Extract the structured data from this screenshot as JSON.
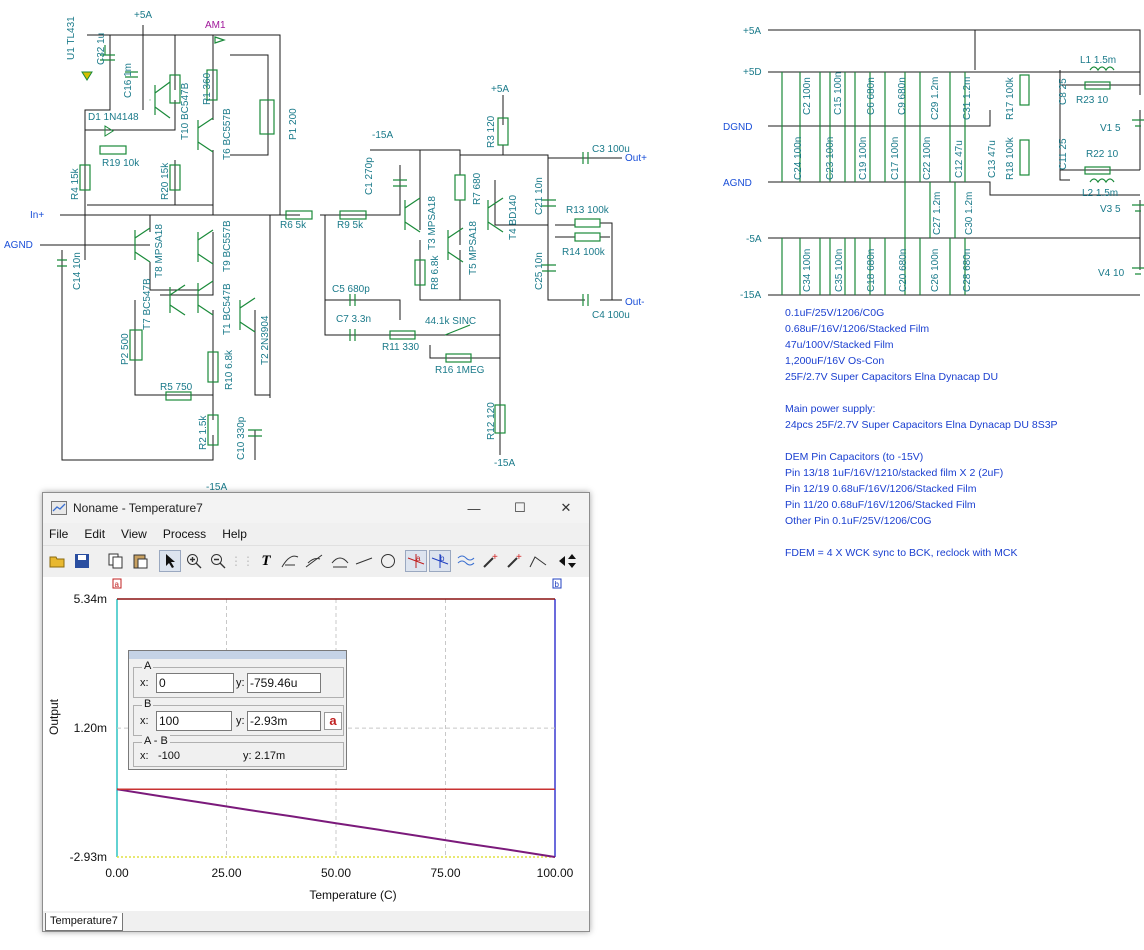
{
  "schematic": {
    "labels": {
      "u1": "U1 TL431",
      "c32": "C32 1u",
      "v5a_top": "+5A",
      "am1": "AM1",
      "c16": "C16 1m",
      "t10": "T10 BC547B",
      "r1": "R1 360",
      "t6": "T6 BC557B",
      "p1": "P1 200",
      "d1": "D1 1N4148",
      "r19": "R19 10k",
      "r4": "R4 15k",
      "r20": "R20 15k",
      "inplus": "In+",
      "agnd": "AGND",
      "c14": "C14 10n",
      "t8": "T8 MPSA18",
      "t9": "T9 BC557B",
      "t7": "T7 BC547B",
      "t1": "T1 BC547B",
      "t2": "T2 2N3904",
      "p2": "P2 500",
      "r10": "R10 6.8k",
      "r5": "R5 750",
      "r2": "R2 1.5k",
      "c10": "C10 330p",
      "m15a_bottom_left": "-15A",
      "r6": "R6 5k",
      "r9": "R9 5k",
      "c1": "C1 270p",
      "m15a_mid": "-15A",
      "t3": "T3 MPSA18",
      "r8": "R8 6.8k",
      "t5": "T5 MPSA18",
      "r7": "R7 680",
      "v5a_mid": "+5A",
      "r3": "R3 120",
      "t4": "T4 BD140",
      "c3": "C3 100u",
      "outplus": "Out+",
      "c21": "C21 10n",
      "r13": "R13 100k",
      "r14": "R14 100k",
      "c25": "C25 10n",
      "c5": "C5 680p",
      "c7": "C7 3.3n",
      "r11": "R11 330",
      "sinc": "44.1k SINC",
      "r16": "R16 1MEG",
      "c4": "C4 100u",
      "outminus": "Out-",
      "r12": "R12 120",
      "m15a_bottom": "-15A"
    },
    "psu_labels": {
      "v5a": "+5A",
      "v5d": "+5D",
      "dgnd": "DGND",
      "agnd": "AGND",
      "m5a": "-5A",
      "m15a": "-15A",
      "c2": "C2 100n",
      "c15": "C15 100n",
      "c6": "C6 680n",
      "c9": "C9 680n",
      "c29": "C29 1.2m",
      "c31": "C31 1.2m",
      "r17": "R17 100k",
      "c8": "C8 25",
      "l1": "L1 1.5m",
      "r23": "R23 10",
      "v1": "V1 5",
      "c24": "C24 100n",
      "c23": "C23 100n",
      "c19": "C19 100n",
      "c17": "C17 100n",
      "c22": "C22 100n",
      "c12": "C12 47u",
      "c13": "C13 47u",
      "r18": "R18 100k",
      "c11": "C11 25",
      "r22": "R22 10",
      "l2": "L2 1.5m",
      "v3": "V3 5",
      "c27": "C27 1.2m",
      "c30": "C30 1.2m",
      "c34": "C34 100n",
      "c35": "C35 100n",
      "c18": "C18 680n",
      "c20": "C20 680n",
      "c26": "C26 100n",
      "c28": "C28 680n",
      "v4": "V4 10"
    },
    "notes": [
      "0.1uF/25V/1206/C0G",
      "0.68uF/16V/1206/Stacked Film",
      "47u/100V/Stacked Film",
      "1,200uF/16V Os-Con",
      "25F/2.7V Super Capacitors Elna Dynacap DU",
      "",
      "Main power supply:",
      "24pcs 25F/2.7V Super Capacitors Elna Dynacap DU 8S3P",
      "",
      "DEM Pin Capacitors (to -15V)",
      "Pin 13/18 1uF/16V/1210/stacked film X 2 (2uF)",
      "Pin 12/19 0.68uF/16V/1206/Stacked Film",
      "Pin 11/20 0.68uF/16V/1206/Stacked Film",
      "Other Pin 0.1uF/25V/1206/C0G",
      "",
      "FDEM = 4 X WCK sync to BCK, reclock with MCK"
    ]
  },
  "window": {
    "title": "Noname - Temperature7",
    "controls": {
      "minimize": "—",
      "maximize": "☐",
      "close": "✕"
    },
    "menu": [
      "File",
      "Edit",
      "View",
      "Process",
      "Help"
    ],
    "tab": "Temperature7",
    "cursor_panel": {
      "a_label": "A",
      "b_label": "B",
      "ab_label": "A - B",
      "x_label": "x:",
      "y_label": "y:",
      "a_x": "0",
      "a_y": "-759.46u",
      "b_x": "100",
      "b_y": "-2.93m",
      "diff_x": "-100",
      "diff_y": "y: 2.17m"
    },
    "cursor_markers": {
      "a": "a",
      "b": "b"
    }
  },
  "chart_data": {
    "type": "line",
    "xlabel": "Temperature (C)",
    "ylabel": "Output",
    "xlim": [
      0,
      100
    ],
    "ylim": [
      -0.00293,
      0.00534
    ],
    "x_tick_labels": [
      "0.00",
      "25.00",
      "50.00",
      "75.00",
      "100.00"
    ],
    "x_ticks": [
      0,
      25,
      50,
      75,
      100
    ],
    "y_tick_labels": [
      "5.34m",
      "1.20m",
      "-2.93m"
    ],
    "y_ticks": [
      0.00534,
      0.0012,
      -0.00293
    ],
    "series": [
      {
        "color": "#7b1a7b",
        "x": [
          0,
          10,
          20,
          30,
          40,
          50,
          60,
          70,
          80,
          90,
          100
        ],
        "values": [
          -0.00076,
          -0.00098,
          -0.0012,
          -0.00142,
          -0.00163,
          -0.00185,
          -0.00206,
          -0.00228,
          -0.0025,
          -0.00271,
          -0.00293
        ]
      },
      {
        "color": "#8a1010",
        "x": [
          0,
          100
        ],
        "values": [
          0.00534,
          0.00534
        ]
      },
      {
        "color": "#c83232",
        "x": [
          0,
          100
        ],
        "values": [
          -0.00076,
          -0.00076
        ]
      }
    ],
    "grid": true
  }
}
